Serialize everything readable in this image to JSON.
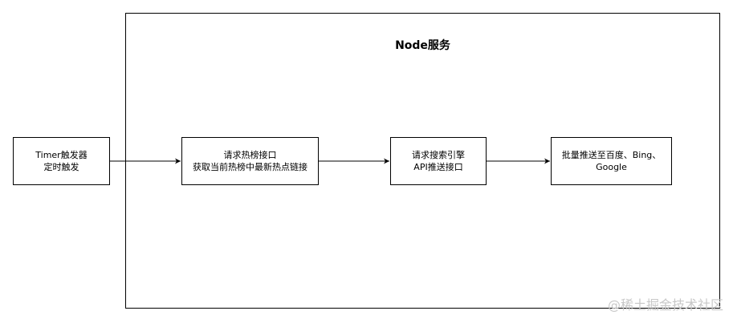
{
  "diagram": {
    "container": {
      "title": "Node服务"
    },
    "nodes": {
      "timer": {
        "line1": "Timer触发器",
        "line2": "定时触发"
      },
      "hot": {
        "line1": "请求热榜接口",
        "line2": "获取当前热榜中最新热点链接"
      },
      "api": {
        "line1": "请求搜索引擎",
        "line2": "API推送接口"
      },
      "push": {
        "line1": "批量推送至百度、Bing、",
        "line2": "Google"
      }
    },
    "edges": [
      {
        "from": "timer",
        "to": "hot"
      },
      {
        "from": "hot",
        "to": "api"
      },
      {
        "from": "api",
        "to": "push"
      }
    ]
  },
  "watermark": {
    "text": "@稀土掘金技术社区"
  },
  "colors": {
    "stroke": "#000000",
    "background": "#ffffff",
    "watermark": "#c8c8c8"
  }
}
